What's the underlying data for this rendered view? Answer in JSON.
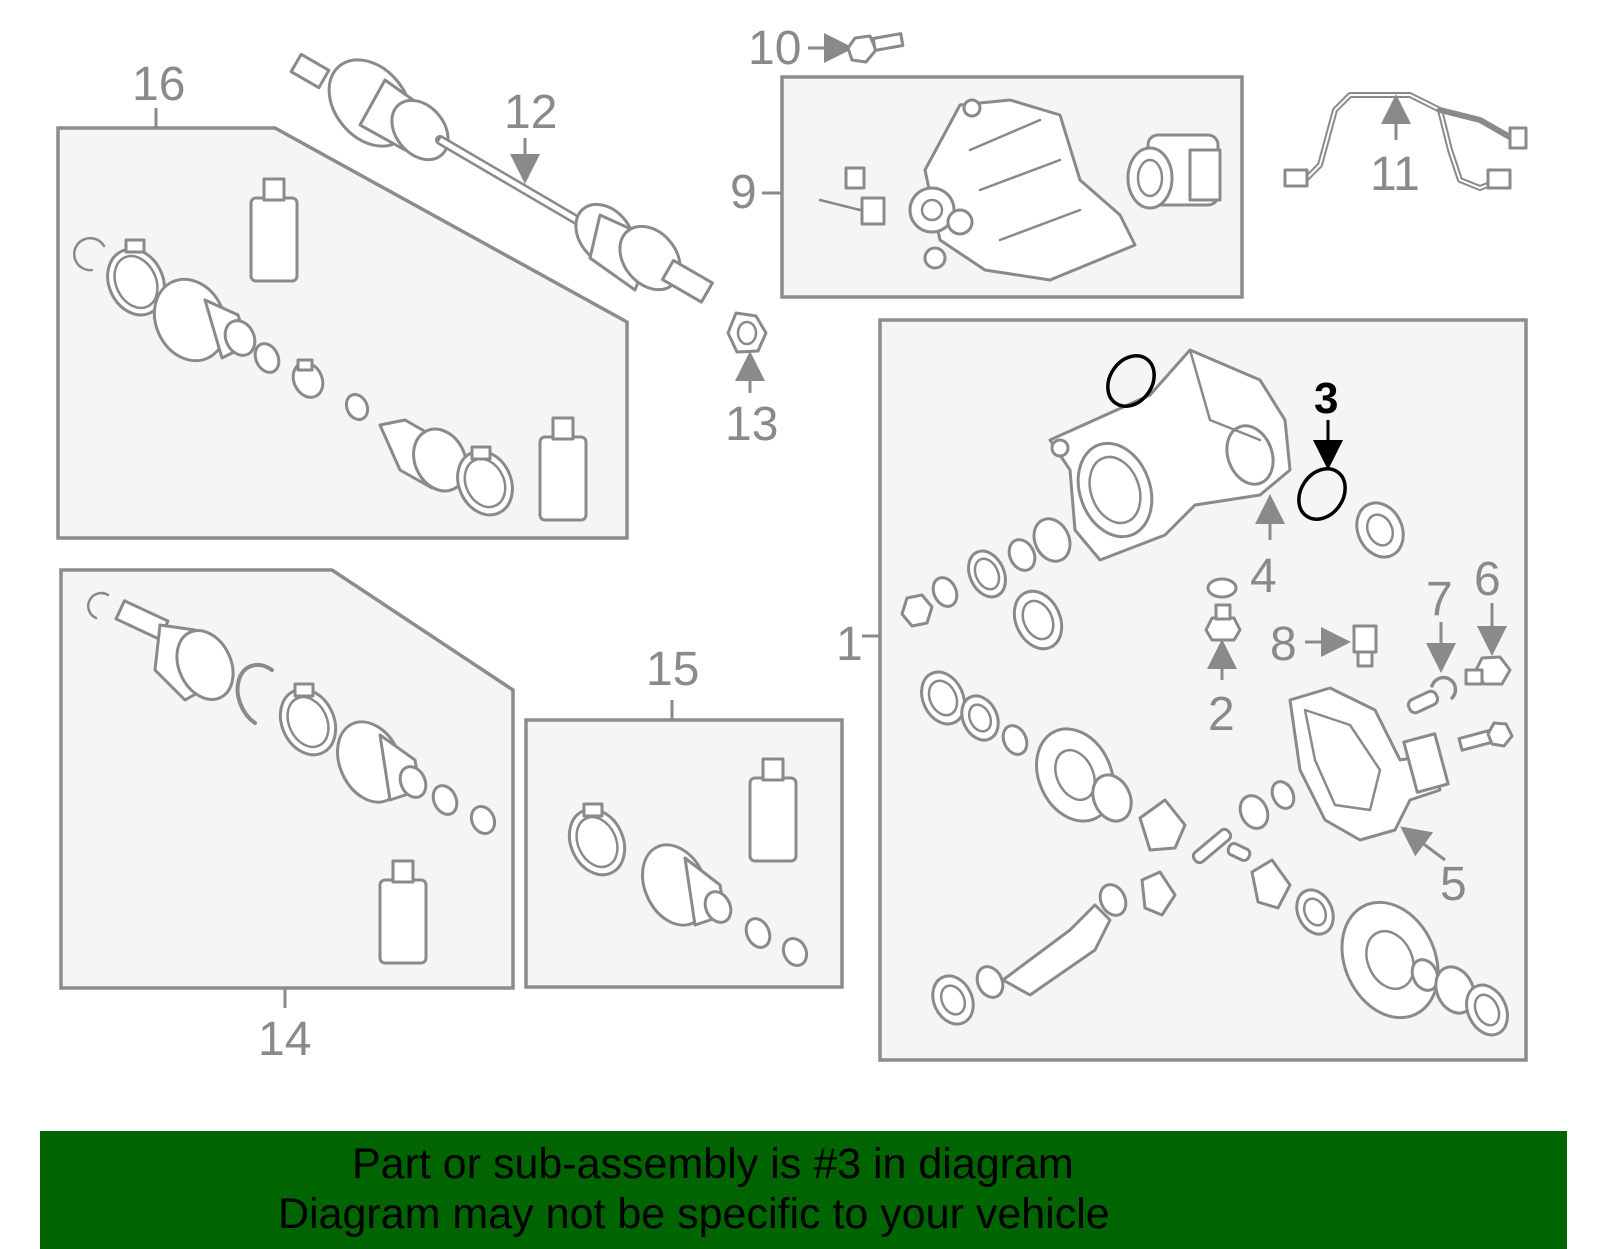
{
  "callouts": {
    "c1": "1",
    "c2": "2",
    "c3": "3",
    "c4": "4",
    "c5": "5",
    "c6": "6",
    "c7": "7",
    "c8": "8",
    "c9": "9",
    "c10": "10",
    "c11": "11",
    "c12": "12",
    "c13": "13",
    "c14": "14",
    "c15": "15",
    "c16": "16"
  },
  "highlighted_part": "3",
  "banner": {
    "line1": "Part or sub-assembly is #3 in diagram",
    "line2": "Diagram may not be specific to your vehicle",
    "color": "#006400"
  },
  "colors": {
    "line": "#8a8a8a",
    "highlight": "#000000",
    "box_fill": "#f5f5f5"
  }
}
